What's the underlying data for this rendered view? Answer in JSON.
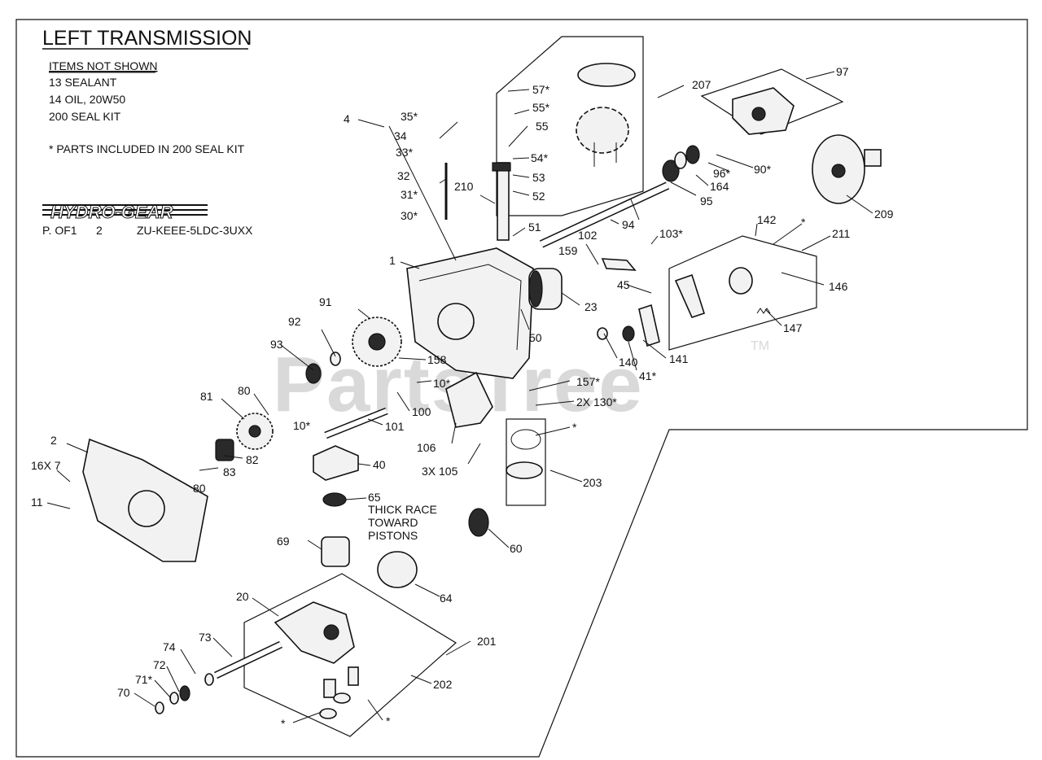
{
  "title": "LEFT TRANSMISSION",
  "items_not_shown": {
    "heading": "ITEMS NOT SHOWN",
    "lines": [
      "13 SEALANT",
      "14 OIL, 20W50",
      "200 SEAL KIT"
    ]
  },
  "seal_kit_note": "* PARTS INCLUDED IN 200 SEAL KIT",
  "brand": "HYDRO-GEAR",
  "footer_codes": [
    "P.  OF1",
    "2",
    "ZU-KEEE-5LDC-3UXX"
  ],
  "watermark": "PartsTree",
  "watermark_tm": "TM",
  "note_65": [
    "THICK RACE",
    "TOWARD",
    "PISTONS"
  ],
  "callouts": {
    "c1": "1",
    "c2": "2",
    "c4": "4",
    "c10a": "10*",
    "c10b": "10*",
    "c11": "11",
    "c16": "16X 7",
    "c20": "20",
    "c23": "23",
    "c30": "30*",
    "c31": "31*",
    "c32": "32",
    "c33": "33*",
    "c34": "34",
    "c35": "35*",
    "c40": "40",
    "c41": "41*",
    "c45": "45",
    "c50": "50",
    "c51": "51",
    "c52": "52",
    "c53": "53",
    "c54": "54*",
    "c55": "55",
    "c55s": "55*",
    "c57": "57*",
    "c60": "60",
    "c64": "64",
    "c65": "65",
    "c69": "69",
    "c70": "70",
    "c71": "71*",
    "c72": "72",
    "c73": "73",
    "c74": "74",
    "c80a": "80",
    "c80b": "80",
    "c81": "81",
    "c82": "82",
    "c83": "83",
    "c91": "91",
    "c92": "92",
    "c93": "93",
    "c94": "94",
    "c95": "95",
    "c96": "96*",
    "c97": "97",
    "c90": "90*",
    "c100": "100",
    "c101": "101",
    "c102": "102",
    "c103": "103*",
    "c105": "3X 105",
    "c106": "106",
    "c130": "2X 130*",
    "c140": "140",
    "c141": "141",
    "c142": "142",
    "c146": "146",
    "c147": "147",
    "c157": "157*",
    "c158": "158",
    "c159": "159",
    "c164": "164",
    "c201": "201",
    "c202": "202",
    "c203": "203",
    "c207": "207",
    "c209": "209",
    "c210": "210",
    "c211": "211",
    "star1": "*",
    "star2": "*",
    "star3": "*",
    "star4": "*"
  }
}
